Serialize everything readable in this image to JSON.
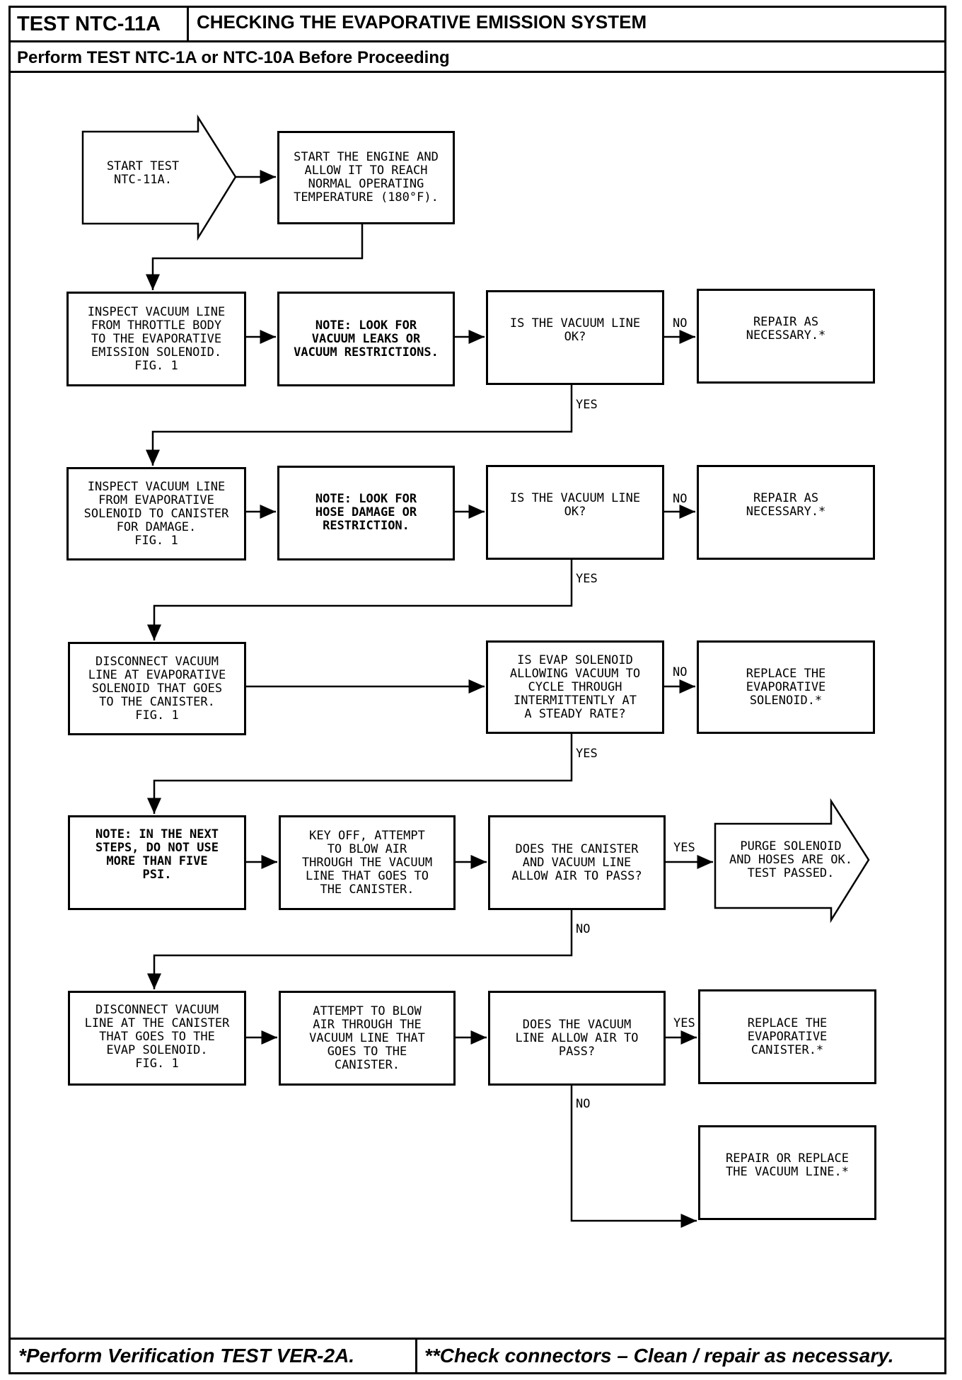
{
  "header": {
    "test_id": "TEST NTC-11A",
    "title": "CHECKING THE EVAPORATIVE EMISSION SYSTEM",
    "prerequisite": "Perform TEST NTC-1A or NTC-10A Before Proceeding"
  },
  "nodes": {
    "start": "START TEST\nNTC-11A.",
    "warmup": "START THE ENGINE AND\nALLOW IT TO REACH\nNORMAL OPERATING\nTEMPERATURE (180°F).",
    "inspect1": "INSPECT VACUUM LINE\nFROM THROTTLE BODY\nTO THE EVAPORATIVE\nEMISSION SOLENOID.\nFIG. 1",
    "note1": "NOTE: LOOK FOR\nVACUUM LEAKS OR\nVACUUM RESTRICTIONS.",
    "q1": "IS THE VACUUM LINE\nOK?",
    "repair1": "REPAIR AS\nNECESSARY.*",
    "inspect2": "INSPECT VACUUM LINE\nFROM EVAPORATIVE\nSOLENOID TO CANISTER\nFOR DAMAGE.\nFIG. 1",
    "note2": "NOTE: LOOK FOR\nHOSE DAMAGE OR\nRESTRICTION.",
    "q2": "IS THE VACUUM LINE\nOK?",
    "repair2": "REPAIR AS\nNECESSARY.*",
    "disconnect1": "DISCONNECT VACUUM\nLINE AT EVAPORATIVE\nSOLENOID THAT GOES\nTO THE CANISTER.\nFIG. 1",
    "q3": "IS EVAP SOLENOID\nALLOWING VACUUM TO\nCYCLE THROUGH\nINTERMITTENTLY AT\nA STEADY RATE?",
    "replace_solenoid": "REPLACE THE\nEVAPORATIVE\nSOLENOID.*",
    "note3": "NOTE: IN THE NEXT\nSTEPS, DO NOT USE\nMORE THAN FIVE\nPSI.",
    "keyoff": "KEY OFF, ATTEMPT\nTO BLOW AIR\nTHROUGH THE VACUUM\nLINE THAT GOES TO\nTHE CANISTER.",
    "q4": "DOES THE CANISTER\nAND VACUUM LINE\nALLOW AIR TO PASS?",
    "passed": "PURGE SOLENOID\nAND HOSES ARE OK.\nTEST PASSED.",
    "disconnect2": "DISCONNECT VACUUM\nLINE AT THE CANISTER\nTHAT GOES TO THE\nEVAP SOLENOID.\nFIG. 1",
    "blow2": "ATTEMPT TO BLOW\nAIR THROUGH THE\nVACUUM LINE THAT\nGOES TO THE\nCANISTER.",
    "q5": "DOES THE VACUUM\nLINE ALLOW AIR TO\nPASS?",
    "replace_canister": "REPLACE THE\nEVAPORATIVE\nCANISTER.*",
    "repair_line": "REPAIR OR REPLACE\nTHE VACUUM LINE.*"
  },
  "labels": {
    "no": "NO",
    "yes": "YES"
  },
  "footer": {
    "left": "*Perform Verification TEST VER-2A.",
    "right": "**Check connectors – Clean / repair as necessary."
  }
}
